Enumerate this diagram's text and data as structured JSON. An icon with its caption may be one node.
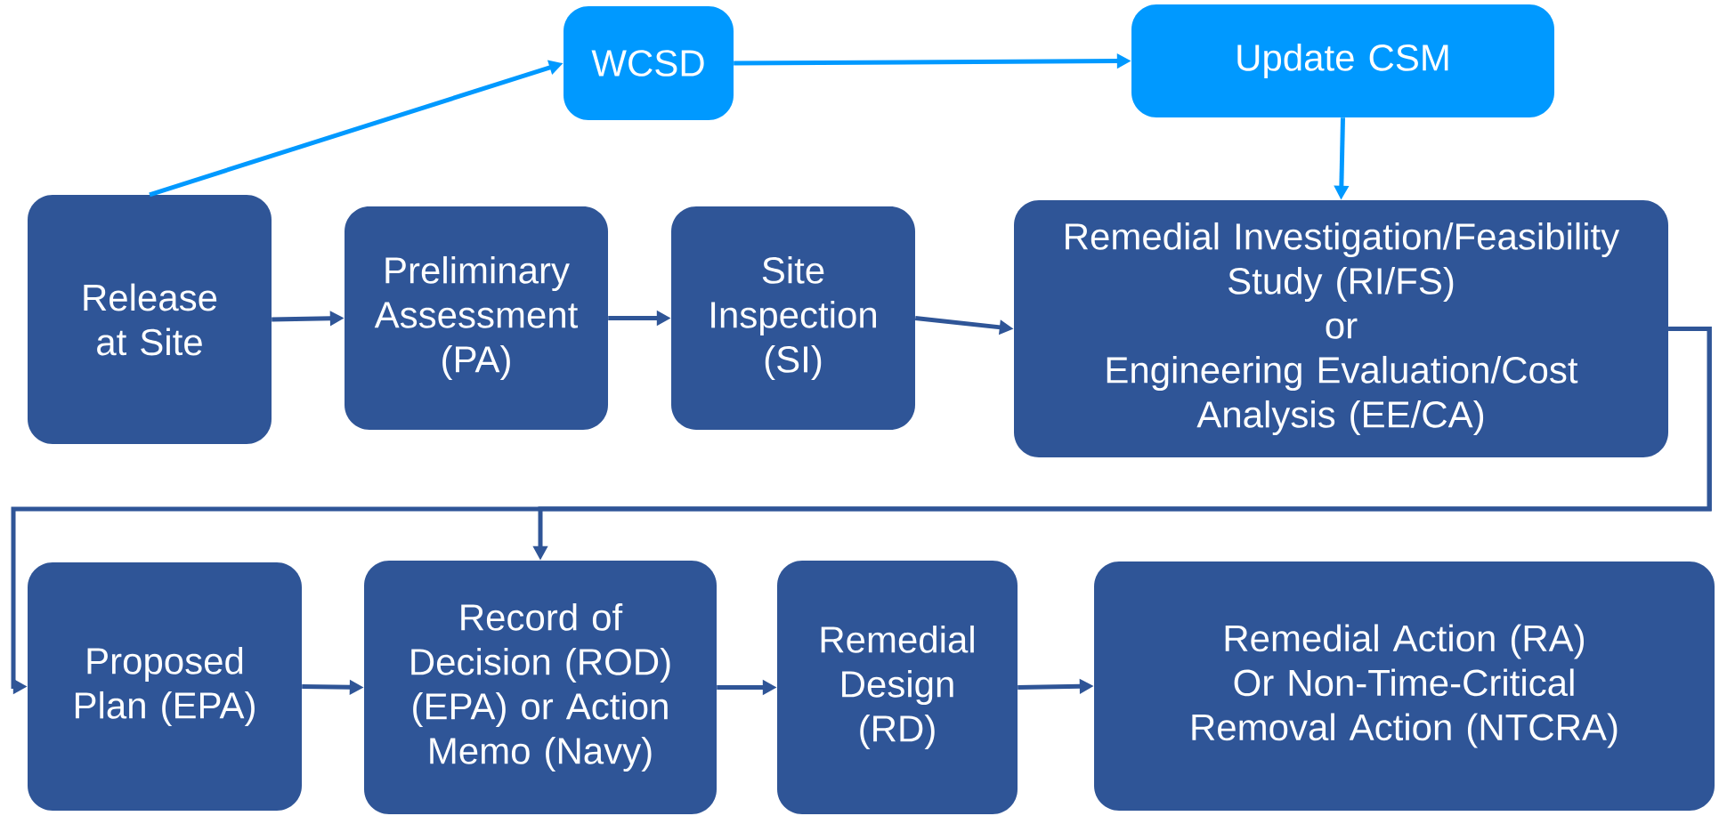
{
  "diagram": {
    "nodes": [
      {
        "text": [
          "WCSD"
        ]
      },
      {
        "text": [
          "Update CSM"
        ]
      },
      {
        "text": [
          "Release at Site"
        ]
      },
      {
        "text": [
          "Preliminary Assessment (PA)"
        ]
      },
      {
        "text": [
          "Site Inspection (SI)"
        ]
      },
      {
        "text": [
          "Remedial Investigation/Feasibility Study (RI/FS)",
          "or",
          "Engineering Evaluation/Cost Analysis (EE/CA)"
        ]
      },
      {
        "text": [
          "Proposed Plan (EPA)"
        ]
      },
      {
        "text": [
          "Record of Decision (ROD) (EPA) or Action Memo (Navy)"
        ]
      },
      {
        "text": [
          "Remedial Design (RD)"
        ]
      },
      {
        "text": [
          "Remedial Action (RA)",
          "Or Non-Time-Critical Removal Action (NTCRA)"
        ]
      }
    ],
    "edges": [
      {
        "from": 2,
        "to": 0,
        "arrow": "to",
        "color": "#0099ff"
      },
      {
        "from": 0,
        "to": 1,
        "arrow": "to",
        "color": "#0099ff"
      },
      {
        "from": 1,
        "to": 5,
        "arrow": "to",
        "color": "#0099ff"
      },
      {
        "from": 2,
        "to": 3,
        "arrow": "to"
      },
      {
        "from": 3,
        "to": 4,
        "arrow": "to"
      },
      {
        "from": 4,
        "to": 5,
        "arrow": "to"
      },
      {
        "from": 5,
        "to": 6,
        "arrow": "to"
      },
      {
        "from": 5,
        "to": 7,
        "arrow": "to"
      },
      {
        "from": 6,
        "to": 7,
        "arrow": "to"
      },
      {
        "from": 7,
        "to": 8,
        "arrow": "to"
      },
      {
        "from": 8,
        "to": 9,
        "arrow": "to"
      }
    ]
  }
}
